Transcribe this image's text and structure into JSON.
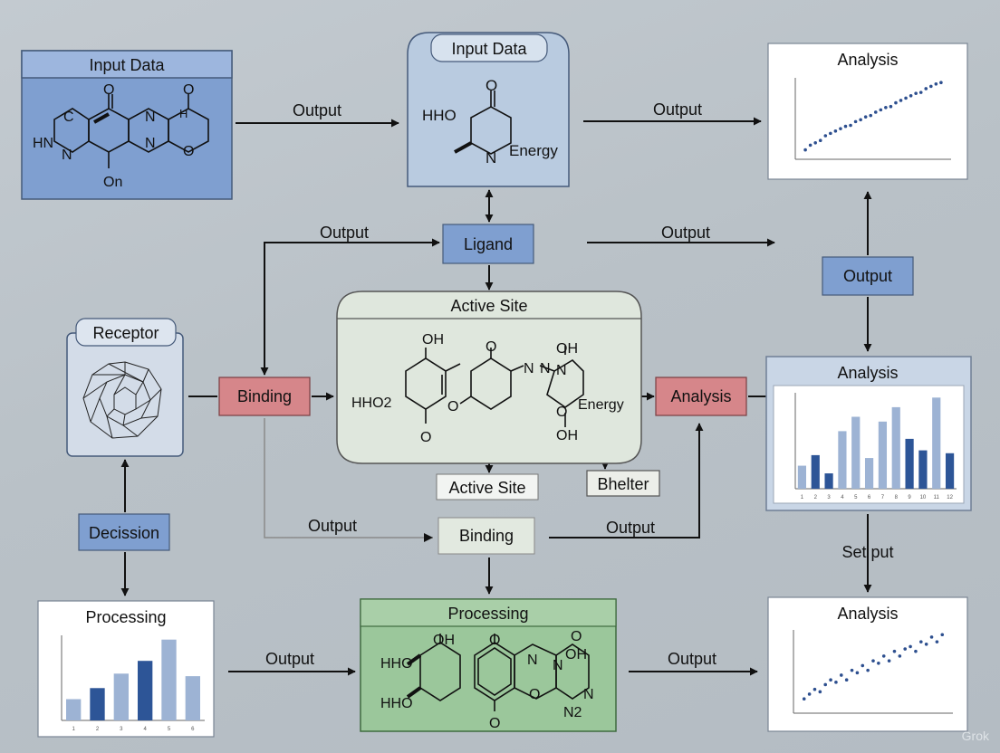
{
  "nodes": {
    "input_data_left": "Input Data",
    "input_data_center": "Input Data",
    "analysis_top": "Analysis",
    "ligand": "Ligand",
    "active_site": "Active Site",
    "receptor": "Receptor",
    "binding_left": "Binding",
    "analysis_center": "Analysis",
    "analysis_mid_right": "Analysis",
    "output_box": "Output",
    "active_site_small": "Active Site",
    "bhelter": "Bhelter",
    "binding_center": "Binding",
    "decission": "Decission",
    "processing_left": "Processing",
    "processing_center": "Processing",
    "analysis_bottom": "Analysis"
  },
  "edge_labels": {
    "o1": "Output",
    "o2": "Output",
    "o3": "Output",
    "o4": "Output",
    "o5": "Output",
    "o6": "Output",
    "o7": "Output",
    "o8": "Output",
    "set_put": "Set put"
  },
  "chem_text": {
    "m1": [
      "O",
      "O",
      "N",
      "H",
      "C",
      "HN",
      "N",
      "N",
      "O",
      "On"
    ],
    "m2": [
      "O",
      "HHO",
      "N",
      "Energy"
    ],
    "m3": [
      "OH",
      "O",
      "N",
      "N",
      "OH",
      "N",
      "HHO2",
      "O",
      "O",
      "Energy",
      "O",
      "OH"
    ],
    "m4": [
      "OH",
      "O",
      "O",
      "N",
      "OH",
      "HHO",
      "HHO",
      "O",
      "N",
      "N",
      "N2",
      "O"
    ]
  },
  "watermark": "Grok",
  "colors": {
    "blue_box": "#7f9fd0",
    "light_blue_box": "#b9cbe0",
    "red_box": "#d6868a",
    "green_box": "#9bc79b",
    "pale_green_box": "#dfe7dd",
    "dark_bar": "#2d5597",
    "light_bar": "#9db3d4"
  },
  "chart_data": [
    {
      "type": "scatter",
      "title": "Analysis",
      "points": [
        [
          1,
          2
        ],
        [
          1.5,
          3
        ],
        [
          2,
          3.5
        ],
        [
          2.5,
          4
        ],
        [
          3,
          5
        ],
        [
          3.5,
          5.5
        ],
        [
          4,
          6
        ],
        [
          4.5,
          6.5
        ],
        [
          5,
          7
        ],
        [
          5.5,
          7.2
        ],
        [
          6,
          8
        ],
        [
          6.5,
          8.4
        ],
        [
          7,
          9
        ],
        [
          7.5,
          9.3
        ],
        [
          8,
          10
        ],
        [
          8.5,
          10.5
        ],
        [
          9,
          11
        ],
        [
          9.5,
          11.2
        ],
        [
          10,
          12
        ],
        [
          10.5,
          12.5
        ],
        [
          11,
          13
        ],
        [
          11.5,
          13.5
        ],
        [
          12,
          14
        ],
        [
          12.5,
          14.2
        ],
        [
          13,
          15
        ],
        [
          13.5,
          15.5
        ],
        [
          14,
          16
        ],
        [
          14.5,
          16.3
        ]
      ]
    },
    {
      "type": "bar",
      "title": "Analysis",
      "categories": [
        "1",
        "2",
        "3",
        "4",
        "5",
        "6",
        "7",
        "8",
        "9",
        "10",
        "11",
        "12"
      ],
      "values": [
        24,
        35,
        16,
        60,
        75,
        32,
        70,
        85,
        52,
        40,
        95,
        37
      ],
      "dark": [
        false,
        true,
        true,
        false,
        false,
        false,
        false,
        false,
        true,
        true,
        false,
        true
      ],
      "ylim": [
        0,
        100
      ]
    },
    {
      "type": "bar",
      "title": "Processing",
      "categories": [
        "1",
        "2",
        "3",
        "4",
        "5",
        "6"
      ],
      "values": [
        25,
        38,
        55,
        70,
        95,
        52
      ],
      "dark": [
        false,
        true,
        false,
        true,
        false,
        false
      ],
      "ylim": [
        0,
        100
      ]
    },
    {
      "type": "scatter",
      "title": "Analysis",
      "points": [
        [
          1,
          3
        ],
        [
          1.5,
          4
        ],
        [
          2,
          5
        ],
        [
          2.5,
          4.5
        ],
        [
          3,
          6
        ],
        [
          3.5,
          7
        ],
        [
          4,
          6.5
        ],
        [
          4.5,
          8
        ],
        [
          5,
          7
        ],
        [
          5.5,
          9
        ],
        [
          6,
          8.5
        ],
        [
          6.5,
          10
        ],
        [
          7,
          9
        ],
        [
          7.5,
          11
        ],
        [
          8,
          10.5
        ],
        [
          8.5,
          12
        ],
        [
          9,
          11
        ],
        [
          9.5,
          13
        ],
        [
          10,
          12
        ],
        [
          10.5,
          13.5
        ],
        [
          11,
          14
        ],
        [
          11.5,
          13
        ],
        [
          12,
          15
        ],
        [
          12.5,
          14.5
        ],
        [
          13,
          16
        ],
        [
          13.5,
          15
        ],
        [
          14,
          16.5
        ]
      ]
    }
  ]
}
